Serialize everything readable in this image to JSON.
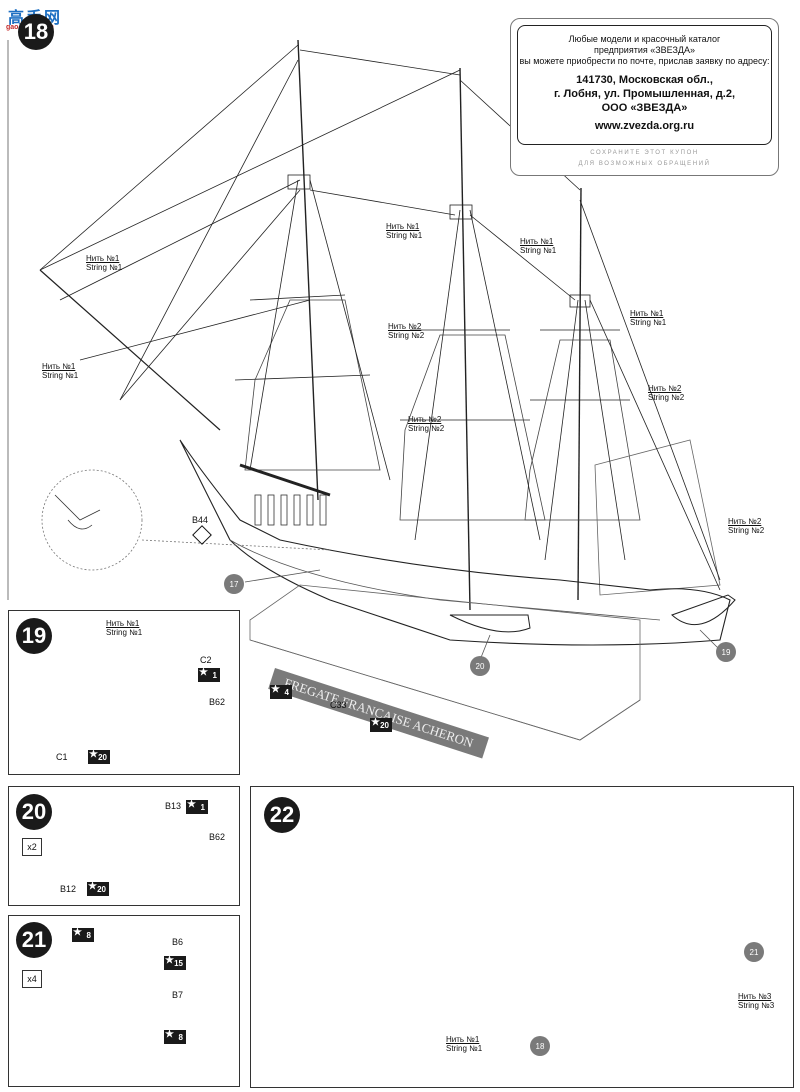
{
  "watermark": {
    "hanzi": "高手网",
    "url": "gao-shou.com"
  },
  "coupon": {
    "line1": "Любые модели и красочный каталог",
    "line2": "предприятия «ЗВЕЗДА»",
    "line3": "вы можете приобрести по почте, прислав заявку по адресу:",
    "address1": "141730, Московская обл.,",
    "address2": "г. Лобня, ул. Промышленная, д.2,",
    "address3": "ООО «ЗВЕЗДА»",
    "website": "www.zvezda.org.ru",
    "footer1": "СОХРАНИТЕ ЭТОТ КУПОН",
    "footer2": "ДЛЯ ВОЗМОЖНЫХ ОБРАЩЕНИЙ"
  },
  "strings": {
    "n1_ru": "Нить №1",
    "n1_en": "String №1",
    "n2_ru": "Нить №2",
    "n2_en": "String №2",
    "n3_ru": "Нить №3",
    "n3_en": "String №3"
  },
  "steps": {
    "s18": "18",
    "s19": "19",
    "s20": "20",
    "s21": "21",
    "s22": "22"
  },
  "main": {
    "callout17": "17",
    "callout19": "19",
    "callout20": "20",
    "part_b44": "B44",
    "part_c33": "C33",
    "badge_4": "4",
    "badge_20": "20",
    "plaque": "FREGATE FRANCAISE ACHERON"
  },
  "step19": {
    "c2": "C2",
    "c1": "C1",
    "b62": "B62",
    "badge1": "1",
    "badge20": "20"
  },
  "step20": {
    "multiplier": "x2",
    "b13": "B13",
    "b62": "B62",
    "b12": "B12",
    "badge1": "1",
    "badge20": "20"
  },
  "step21": {
    "multiplier": "x4",
    "b6": "B6",
    "b7": "B7",
    "badge8a": "8",
    "badge15": "15",
    "badge8b": "8"
  },
  "step22": {
    "callout21": "21",
    "callout18": "18"
  }
}
